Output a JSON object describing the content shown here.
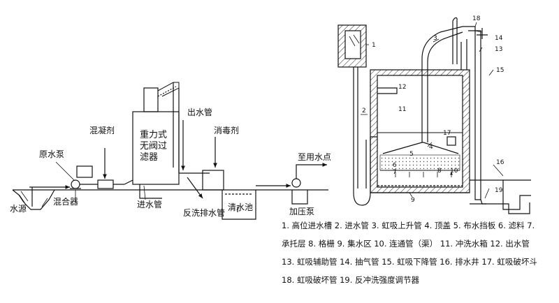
{
  "left_diagram": {
    "filter_name": "重力式无阀过滤器",
    "labels": {
      "coagulant": "混凝剂",
      "raw_pump": "原水泵",
      "mixer": "混合器",
      "water_source": "水源",
      "inlet_pipe": "进水管",
      "outlet_pipe": "出水管",
      "disinfectant": "消毒剂",
      "clear_pool": "清水池",
      "to_user": "至用水点",
      "booster_pump": "加压泵",
      "backwash_pipe": "反洗排水管"
    }
  },
  "right_diagram": {
    "callouts": [
      "1",
      "2",
      "3",
      "4",
      "5",
      "6",
      "7",
      "8",
      "9",
      "10",
      "11",
      "12",
      "13",
      "14",
      "15",
      "16",
      "17",
      "18",
      "19"
    ],
    "legend_rows": [
      "1. 高位进水槽 2. 进水管 3. 虹吸上升管 4. 顶盖 5. 布水挡板 6. 滤料 7.",
      "承托层 8. 格栅 9. 集水区 10. 连通管（渠） 11. 冲洗水箱 12. 出水管",
      "13. 虹吸辅助管 14. 抽气管 15. 虹吸下降管 16. 排水井 17. 虹吸破坏斗",
      "18. 虹吸破坏管 19. 反冲洗强度调节器"
    ]
  }
}
